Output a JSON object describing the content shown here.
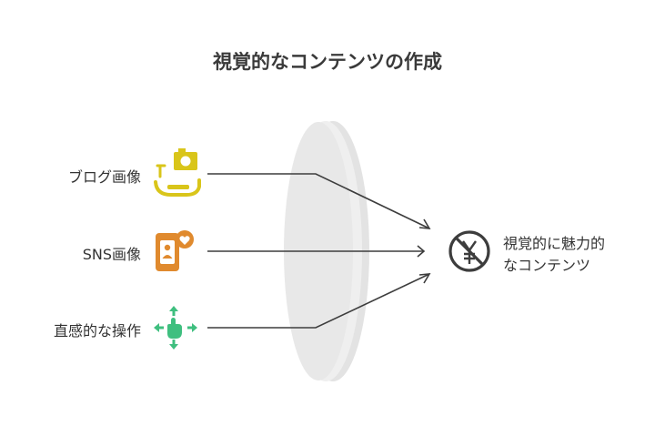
{
  "title": "視覚的なコンテンツの作成",
  "inputs": [
    {
      "label": "ブログ画像",
      "icon": "camera-photo-icon",
      "color": "#d9c51a"
    },
    {
      "label": "SNS画像",
      "icon": "social-profile-heart-icon",
      "color": "#e08a2e"
    },
    {
      "label": "直感的な操作",
      "icon": "touch-move-icon",
      "color": "#3fbf7f"
    }
  ],
  "output": {
    "line1": "視覚的に魅力的",
    "line2": "なコンテンツ",
    "icon": "no-yen-icon"
  },
  "colors": {
    "lens": "#e6e6e6",
    "lens_rim": "#d9d9d9",
    "arrow": "#3d3d3d",
    "output_icon": "#3d3d3d"
  }
}
